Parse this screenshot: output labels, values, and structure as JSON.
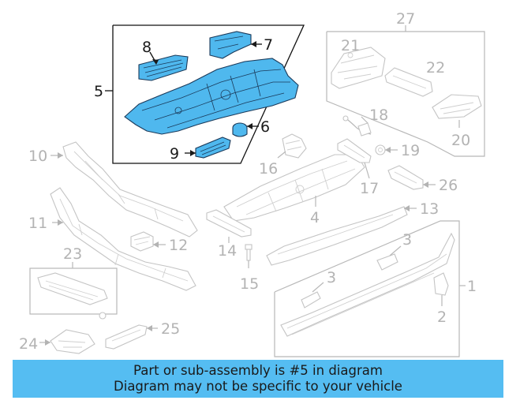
{
  "labels": {
    "l1": "1",
    "l2": "2",
    "l3a": "3",
    "l3b": "3",
    "l4": "4",
    "l5": "5",
    "l6": "6",
    "l7": "7",
    "l8": "8",
    "l9": "9",
    "l10": "10",
    "l11": "11",
    "l12": "12",
    "l13": "13",
    "l14": "14",
    "l15": "15",
    "l16": "16",
    "l17": "17",
    "l18": "18",
    "l19": "19",
    "l20": "20",
    "l21": "21",
    "l22": "22",
    "l23": "23",
    "l24": "24",
    "l25": "25",
    "l26": "26",
    "l27": "27"
  },
  "banner": {
    "line1": "Part or sub-assembly is #5 in diagram",
    "line2": "Diagram may not be specific to your vehicle"
  },
  "colors": {
    "highlight": "#4fb8ee",
    "banner": "#55bdf2"
  }
}
